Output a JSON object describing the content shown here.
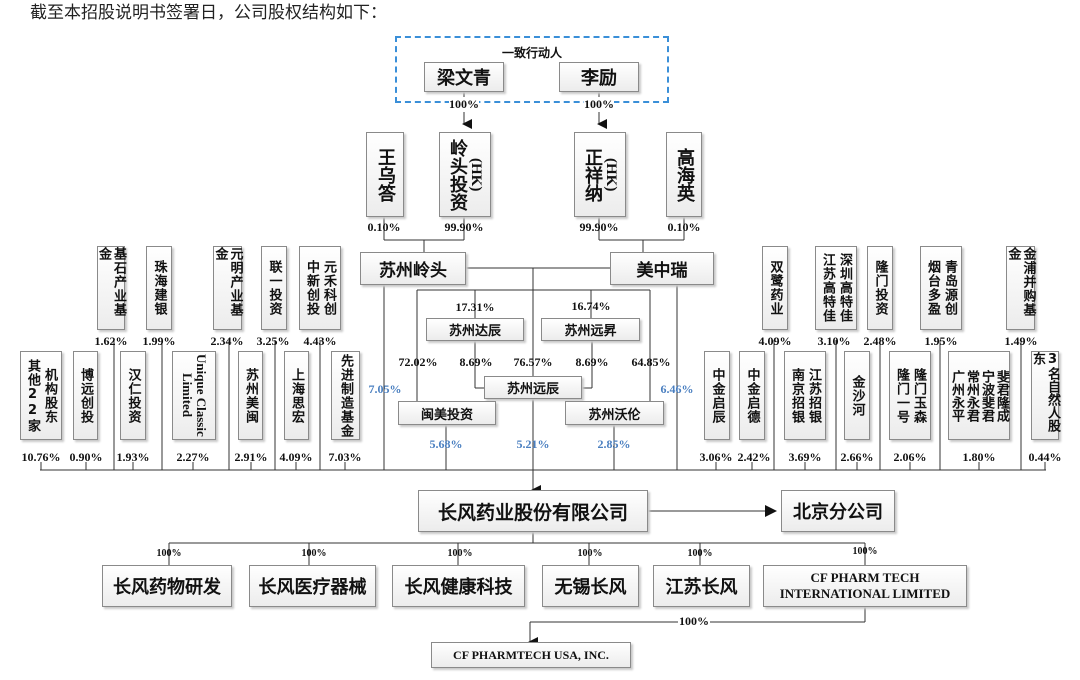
{
  "intro_text": "截至本招股说明书签署日，公司股权结构如下：",
  "concert_group": {
    "label": "一致行动人",
    "members": [
      "梁文青",
      "李励"
    ],
    "member_pcts": [
      "100%",
      "100%"
    ]
  },
  "holding_top": {
    "wang": {
      "name": "王乌答",
      "pct": "0.10%"
    },
    "lingtou_hk": {
      "name": "岭头投资(HK)",
      "name_cn": "岭头投资",
      "name_hk": "(HK)",
      "pct": "99.90%"
    },
    "zhengxiangna_hk": {
      "name": "正祥纳(HK)",
      "name_cn": "正祥纳",
      "name_hk": "(HK)",
      "pct": "99.90%"
    },
    "gao": {
      "name": "高海英",
      "pct": "0.10%"
    }
  },
  "mid_holding": {
    "suzhou_lingtou": {
      "name": "苏州岭头",
      "pct_to_company": "7.05%"
    },
    "meizhongrui": {
      "name": "美中瑞",
      "pct_to_company": "6.46%"
    },
    "suzhou_dachen": {
      "name": "苏州达辰",
      "pct_from_lingtou": "17.31%",
      "pct_to_yuanchen": "8.69%"
    },
    "suzhou_yuansheng": {
      "name": "苏州远昇",
      "pct_from_meizhongrui": "16.74%",
      "pct_to_yuanchen": "8.69%"
    },
    "suzhou_yuanchen": {
      "name": "苏州远辰",
      "pct_from_center": "76.57%",
      "pct_to_company": "5.21%"
    },
    "minmei": {
      "name": "闽美投资",
      "pct_from_lingtou": "72.02%",
      "pct_to_company": "5.68%"
    },
    "suzhou_wolun": {
      "name": "苏州沃伦",
      "pct_from_meizhongrui": "64.85%",
      "pct_to_company": "2.85%"
    }
  },
  "upper_row_left": [
    {
      "name": "基石产业基金",
      "pct": "1.62%"
    },
    {
      "name": "珠海建银",
      "pct": "1.99%"
    },
    {
      "name": "元明产业基金",
      "pct": "2.34%"
    },
    {
      "name": "联一投资",
      "pct": "3.25%"
    },
    {
      "name": "中新创投 元禾科创",
      "col1": "中新创投",
      "col2": "元禾科创",
      "pct": "4.43%"
    }
  ],
  "lower_row_left": [
    {
      "name": "其他22家机构股东",
      "col1": "其他22家",
      "col2": "机构股东",
      "pct": "10.76%"
    },
    {
      "name": "博远创投",
      "pct": "0.90%"
    },
    {
      "name": "汉仁投资",
      "pct": "1.93%"
    },
    {
      "name": "Unique Classic Limited",
      "pct": "2.27%"
    },
    {
      "name": "苏州美闽",
      "pct": "2.91%"
    },
    {
      "name": "上海思宏",
      "pct": "4.09%"
    },
    {
      "name": "先进制造基金",
      "pct": "7.03%"
    }
  ],
  "upper_row_right": [
    {
      "name": "双鹭药业",
      "pct": "4.09%"
    },
    {
      "name": "江苏高特佳 深圳高特佳",
      "col1": "江苏高特佳",
      "col2": "深圳高特佳",
      "pct": "3.10%"
    },
    {
      "name": "隆门投资",
      "pct": "2.48%"
    },
    {
      "name": "烟台多盈 青岛源创",
      "col1": "烟台多盈",
      "col2": "青岛源创",
      "pct": "1.95%"
    },
    {
      "name": "金浦并购基金",
      "pct": "1.49%"
    }
  ],
  "lower_row_right": [
    {
      "name": "中金启辰",
      "pct": "3.06%"
    },
    {
      "name": "中金启德",
      "pct": "2.42%"
    },
    {
      "name": "南京招银 江苏招银",
      "col1": "南京招银",
      "col2": "江苏招银",
      "pct": "3.69%"
    },
    {
      "name": "金沙河",
      "pct": "2.66%"
    },
    {
      "name": "隆门一号 隆门玉森",
      "col1": "隆门一号",
      "col2": "隆门玉森",
      "pct": "2.06%"
    },
    {
      "name": "广州永平 常州永君 宁波斐君 斐君隆成",
      "col1": "广州永平",
      "col2": "常州永君",
      "col3": "宁波斐君",
      "col4": "斐君隆成",
      "pct": "1.80%"
    },
    {
      "name": "3名自然人股东",
      "pct": "0.44%"
    }
  ],
  "company": {
    "name": "长风药业股份有限公司"
  },
  "branch": {
    "name": "北京分公司"
  },
  "subsidiaries": [
    {
      "name": "长风药物研发",
      "pct": "100%"
    },
    {
      "name": "长风医疗器械",
      "pct": "100%"
    },
    {
      "name": "长风健康科技",
      "pct": "100%"
    },
    {
      "name": "无锡长风",
      "pct": "100%"
    },
    {
      "name": "江苏长风",
      "pct": "100%"
    },
    {
      "name": "CF PHARM TECH INTERNATIONAL LIMITED",
      "line1": "CF PHARM TECH",
      "line2": "INTERNATIONAL LIMITED",
      "pct": "100%"
    }
  ],
  "usa_sub": {
    "name": "CF PHARMTECH USA, INC.",
    "pct": "100%"
  },
  "colors": {
    "indirect_pct": "#4a7fc0",
    "concert_border": "#3a8fd8",
    "line": "#333333"
  }
}
